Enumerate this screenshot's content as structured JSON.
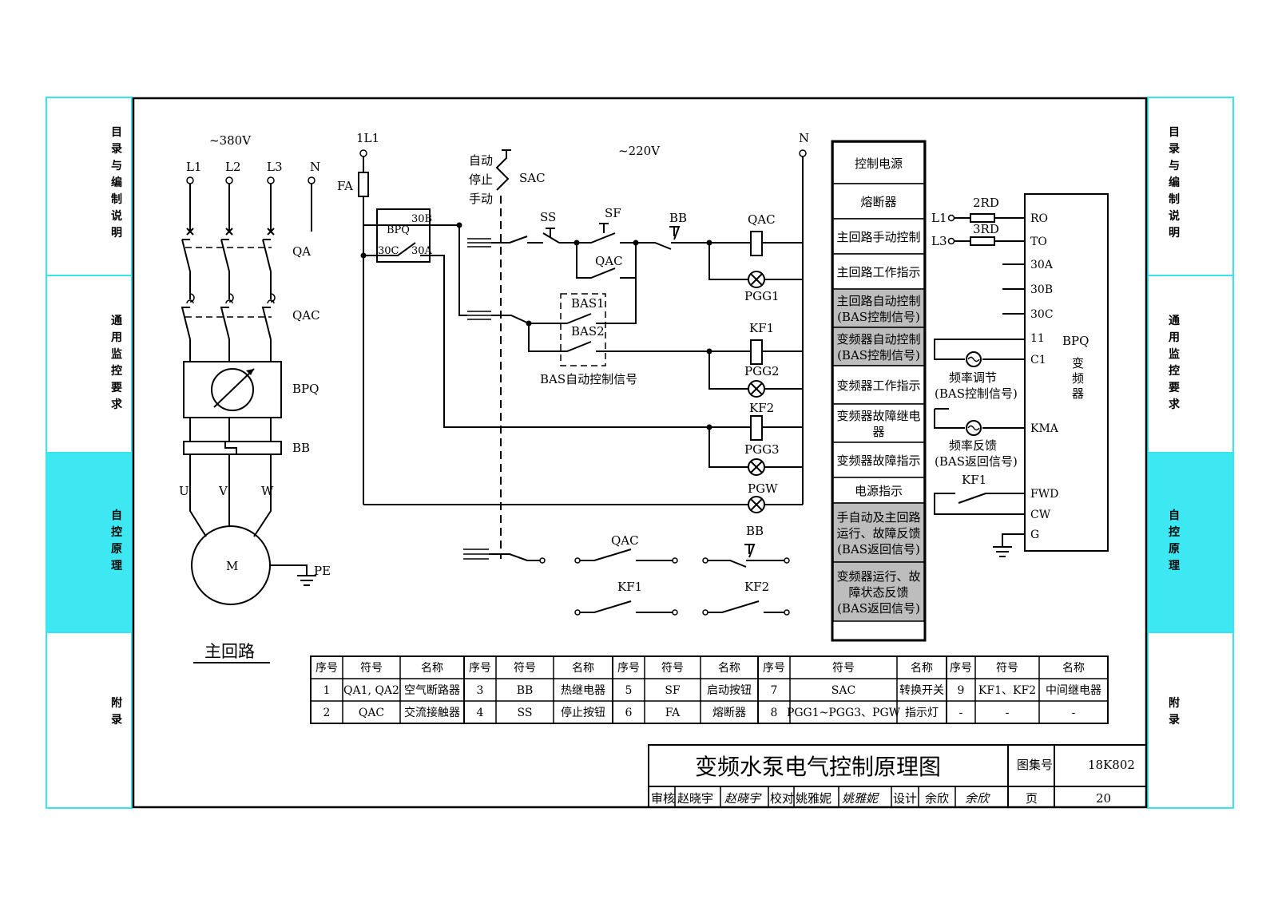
{
  "sidebar_left": [
    {
      "label": "目录与编制说明",
      "active": false
    },
    {
      "label": "通用监控要求",
      "active": false
    },
    {
      "label": "自控原理",
      "active": true
    },
    {
      "label": "附录",
      "active": false
    }
  ],
  "sidebar_right": [
    {
      "label": "目录与编制说明",
      "active": false
    },
    {
      "label": "通用监控要求",
      "active": false
    },
    {
      "label": "自控原理",
      "active": true
    },
    {
      "label": "附录",
      "active": false
    }
  ],
  "colors": {
    "accent": "#3ee8f2",
    "frame_line": "#000000",
    "gray_cell": "#bdbdbd",
    "border_cyan": "#35e6f0"
  },
  "main_circuit": {
    "voltage": "~380V",
    "phases": [
      "L1",
      "L2",
      "L3",
      "N"
    ],
    "qa": "QA",
    "qac": "QAC",
    "bpq": "BPQ",
    "bb": "BB",
    "outputs": [
      "U",
      "V",
      "W"
    ],
    "motor": "M",
    "pe": "PE",
    "caption": "主回路"
  },
  "control_circuit": {
    "voltage": "~220V",
    "l_label": "1L1",
    "n_label": "N",
    "fa": "FA",
    "sac_positions": [
      "自动",
      "停止",
      "手动"
    ],
    "sac": "SAC",
    "bpq_box": {
      "name": "BPQ",
      "t30b": "30B",
      "t30c": "30C",
      "t30a": "30A"
    },
    "ss": "SS",
    "sf": "SF",
    "bb": "BB",
    "qac_hold": "QAC",
    "bas1": "BAS1",
    "bas2": "BAS2",
    "bas_caption": "BAS自动控制信号",
    "coils": {
      "qac": "QAC",
      "kf1": "KF1",
      "kf2": "KF2"
    },
    "lamps": {
      "pgg1": "PGG1",
      "pgg2": "PGG2",
      "pgg3": "PGG3",
      "pgw": "PGW"
    },
    "feedback_contacts": {
      "qac": "QAC",
      "bb": "BB",
      "kf1": "KF1",
      "kf2": "KF2"
    }
  },
  "function_column": [
    {
      "text": "控制电源",
      "gray": false
    },
    {
      "text": "熔断器",
      "gray": false
    },
    {
      "text": "主回路手动控制",
      "gray": false
    },
    {
      "text": "主回路工作指示",
      "gray": false
    },
    {
      "text": "主回路自动控制(BAS控制信号)",
      "gray": true
    },
    {
      "text": "变频器自动控制(BAS控制信号)",
      "gray": true
    },
    {
      "text": "变频器工作指示",
      "gray": false
    },
    {
      "text": "变频器故障继电器",
      "gray": false
    },
    {
      "text": "变频器故障指示",
      "gray": false
    },
    {
      "text": "电源指示",
      "gray": false
    },
    {
      "text": "手自动及主回路运行、故障反馈(BAS返回信号)",
      "gray": true
    },
    {
      "text": "变频器运行、故障状态反馈(BAS返回信号)",
      "gray": true
    }
  ],
  "inverter": {
    "inputs": {
      "l1": "L1",
      "l3": "L3",
      "rd2": "2RD",
      "rd3": "3RD"
    },
    "terminals": [
      "RO",
      "TO",
      "30A",
      "30B",
      "30C",
      "11",
      "C1",
      "KMA",
      "FWD",
      "CW",
      "G"
    ],
    "name": "BPQ",
    "subtitle": "变频器",
    "freq_adjust": "频率调节",
    "freq_adjust_sub": "(BAS控制信号)",
    "freq_feedback": "频率反馈",
    "freq_feedback_sub": "(BAS返回信号)",
    "kf1": "KF1"
  },
  "legend_table": {
    "headers": [
      "序号",
      "符号",
      "名称"
    ],
    "groups": [
      [
        [
          "1",
          "QA1, QA2",
          "空气断路器"
        ],
        [
          "2",
          "QAC",
          "交流接触器"
        ]
      ],
      [
        [
          "3",
          "BB",
          "热继电器"
        ],
        [
          "4",
          "SS",
          "停止按钮"
        ]
      ],
      [
        [
          "5",
          "SF",
          "启动按钮"
        ],
        [
          "6",
          "FA",
          "熔断器"
        ]
      ],
      [
        [
          "7",
          "SAC",
          "转换开关"
        ],
        [
          "8",
          "PGG1~PGG3、PGW",
          "指示灯"
        ]
      ],
      [
        [
          "9",
          "KF1、KF2",
          "中间继电器"
        ],
        [
          "-",
          "-",
          "-"
        ]
      ]
    ]
  },
  "title_block": {
    "title": "变频水泵电气控制原理图",
    "atlas_label": "图集号",
    "atlas_no": "18K802",
    "review_label": "审核",
    "reviewer": "赵晓宇",
    "reviewer_sig": "赵晓宇",
    "check_label": "校对",
    "checker": "姚雅妮",
    "checker_sig": "姚雅妮",
    "design_label": "设计",
    "designer": "余欣",
    "designer_sig": "余欣",
    "page_label": "页",
    "page_no": "20"
  }
}
